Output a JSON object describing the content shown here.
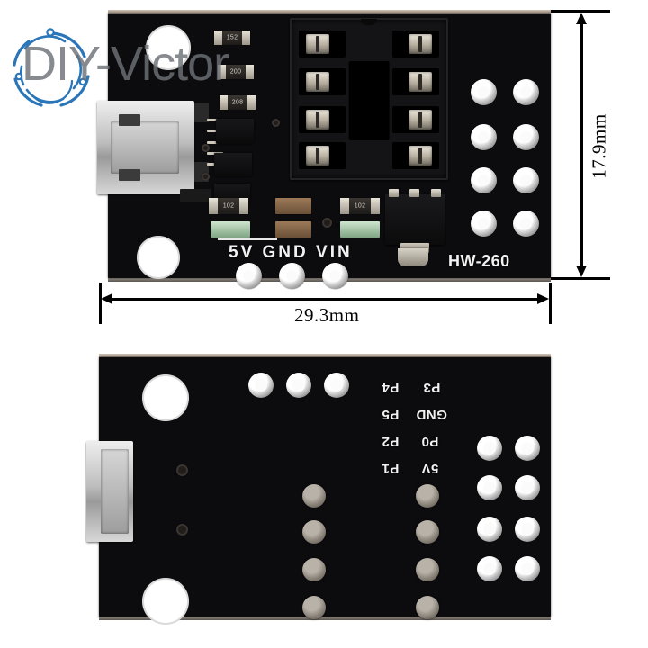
{
  "image": {
    "subject": "HW-260 ATtiny85 development board",
    "views": [
      "front",
      "back"
    ]
  },
  "watermark": {
    "text": "DIY-Victor",
    "logo_name": "circular-tech-logo",
    "color": "#6d7277",
    "accent_color": "#1f6fb5"
  },
  "dimensions": {
    "width_label": "29.3mm",
    "height_label": "17.9mm"
  },
  "front_board": {
    "model_label": "HW-260",
    "power_labels": "5V GND VIN",
    "power_pins": [
      "5V",
      "GND",
      "VIN"
    ],
    "socket": {
      "name": "8-pin DIP socket",
      "pin_count": 8
    },
    "connector": "micro-usb",
    "resistor_markings": [
      "152",
      "200",
      "208",
      "102",
      "102"
    ],
    "header_grid": {
      "rows": 4,
      "cols": 2
    }
  },
  "back_board": {
    "pin_label_rows": [
      {
        "left": "P4",
        "right": "P3"
      },
      {
        "left": "P5",
        "right": "GND"
      },
      {
        "left": "P2",
        "right": "P0"
      },
      {
        "left": "P1",
        "right": "5V"
      }
    ],
    "header_grid": {
      "rows": 4,
      "cols": 2
    },
    "top_pad_count": 3
  },
  "colors": {
    "pcb": "#0c0c0e",
    "silkscreen": "#f2f2f2",
    "pad_metal": "#ffffff",
    "background": "#ffffff",
    "dimension_ink": "#000000"
  }
}
